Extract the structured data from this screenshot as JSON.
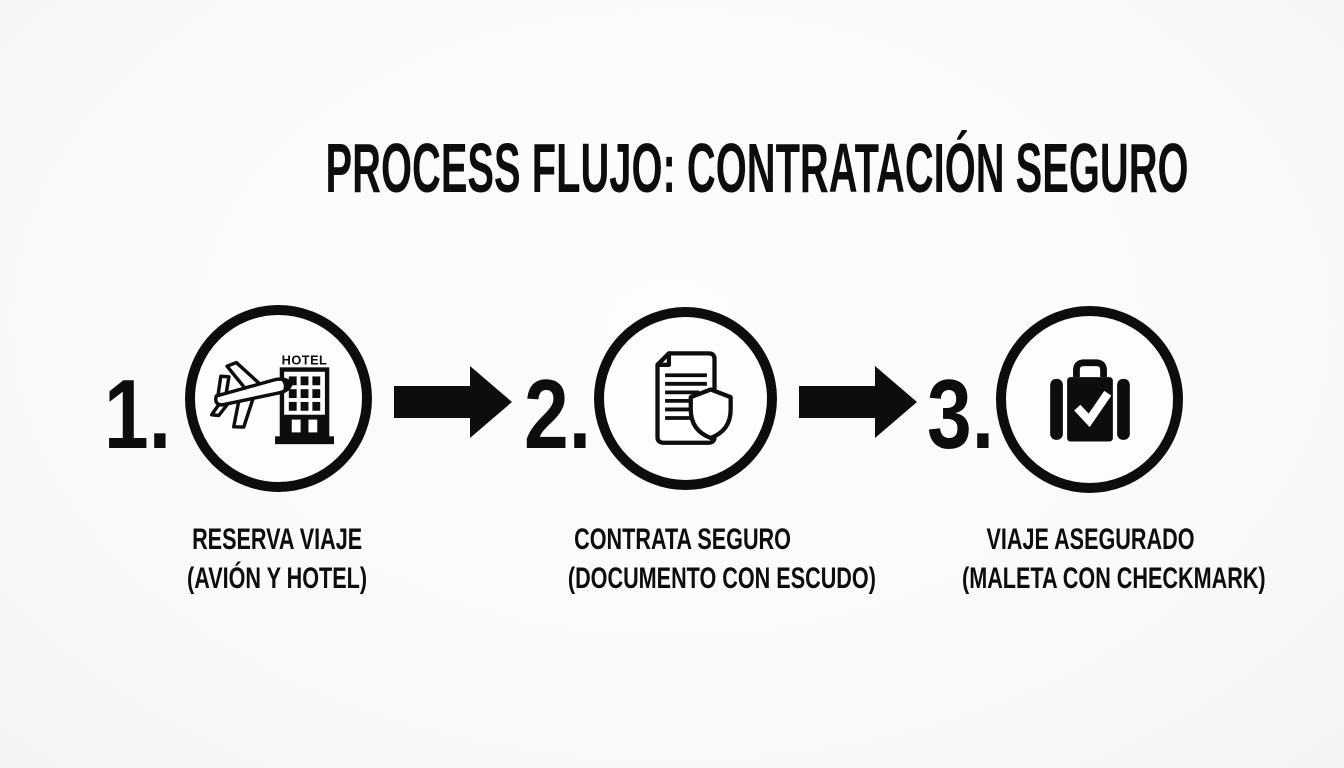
{
  "title": "PROCESS FLUJO: CONTRATACIÓN SEGURO",
  "colors": {
    "ink": "#0d0d0d",
    "background": "#fafafa"
  },
  "steps": [
    {
      "number": "1.",
      "icon": "plane-hotel-icon",
      "icon_text": "HOTEL",
      "label_line1": "RESERVA VIAJE",
      "label_line2": "(AVIÓN Y HOTEL)"
    },
    {
      "number": "2.",
      "icon": "document-shield-icon",
      "label_line1": "CONTRATA SEGURO",
      "label_line2": "(DOCUMENTO CON ESCUDO)"
    },
    {
      "number": "3.",
      "icon": "suitcase-checkmark-icon",
      "label_line1": "VIAJE ASEGURADO",
      "label_line2": "(MALETA CON CHECKMARK)"
    }
  ],
  "arrows": [
    {
      "name": "arrow-right"
    },
    {
      "name": "arrow-right"
    }
  ]
}
